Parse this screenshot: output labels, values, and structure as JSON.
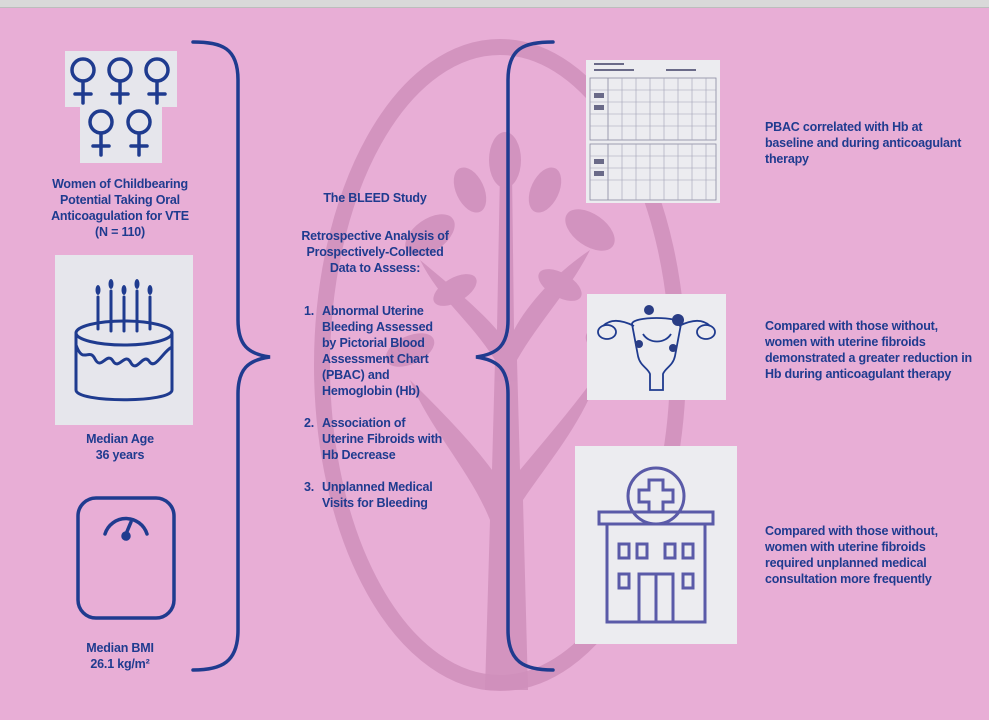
{
  "left": {
    "women_text": "Women of Childbearing Potential Taking Oral Anticoagulation for VTE",
    "women_n": "(N = 110)",
    "age_label": "Median Age",
    "age_value": "36 years",
    "bmi_label": "Median BMI",
    "bmi_value": "26.1 kg/m²"
  },
  "center": {
    "title": "The BLEED Study",
    "subtitle": "Retrospective Analysis of Prospectively-Collected Data to Assess:",
    "items": [
      {
        "num": "1.",
        "text": "Abnormal Uterine Bleeding Assessed by Pictorial Blood Assessment Chart (PBAC) and Hemoglobin (Hb)"
      },
      {
        "num": "2.",
        "text": "Association of Uterine Fibroids with Hb Decrease"
      },
      {
        "num": "3.",
        "text": "Unplanned Medical Visits for Bleeding"
      }
    ]
  },
  "right": {
    "finding1": "PBAC correlated with Hb at baseline and during anticoagulant therapy",
    "finding2": "Compared with those without, women with uterine fibroids demonstrated a greater reduction in Hb during anticoagulant therapy",
    "finding3": "Compared with those without, women with uterine fibroids required unplanned medical consultation more frequently"
  },
  "colors": {
    "background": "#e8aed6",
    "accent": "#1f3b8f",
    "watermark": "#c986b3"
  },
  "icons": [
    "female-symbol-icon",
    "birthday-cake-icon",
    "weight-scale-icon",
    "pbac-chart-icon",
    "uterus-fibroid-icon",
    "hospital-icon"
  ]
}
